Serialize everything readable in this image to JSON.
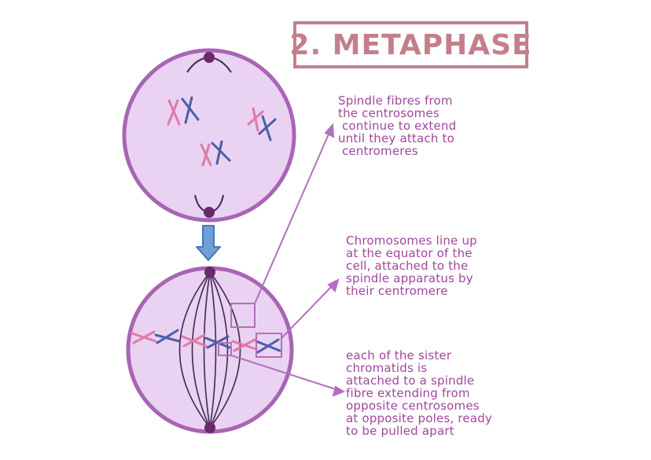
{
  "title": "2. METAPHASE",
  "annotations": [
    {
      "id": "spindle-fibres",
      "text": "Spindle fibres from\nthe centrosomes\n continue to extend\nuntil they attach to\n centromeres"
    },
    {
      "id": "chromosomes-line-up",
      "text": "Chromosomes line up\nat the equator of the\ncell, attached to the\nspindle apparatus by\ntheir centromere"
    },
    {
      "id": "sister-chromatids",
      "text": "each of the sister\nchromatids is\nattached to a spindle\nfibre extending from\nopposite centrosomes\nat opposite poles, ready\nto be pulled apart"
    }
  ],
  "colors": {
    "cell_fill": "#ead2f2",
    "cell_outline": "#a865b4",
    "centrosome": "#6a2a6c",
    "spindle": "#3f2a52",
    "chromatid_pink": "#e07aa6",
    "chromatid_blue": "#4a5fa8",
    "arrow_fill": "#6e9fd6",
    "arrow_outline": "#4677b0",
    "pointer": "#b36fbf",
    "title": "#c47f8b",
    "text": "#a0479d"
  }
}
